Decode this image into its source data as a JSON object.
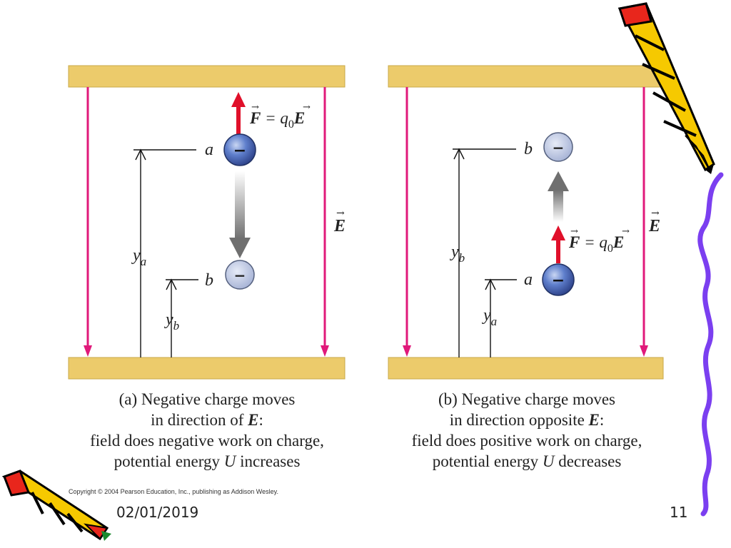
{
  "panel_a": {
    "label_a": "a",
    "label_b": "b",
    "label_ya_main": "y",
    "label_ya_sub": "a",
    "label_yb_main": "y",
    "label_yb_sub": "b",
    "force_F": "F",
    "force_eq": " = q",
    "force_sub": "0",
    "force_E": "E",
    "field_E": "E",
    "charge_sign": "−",
    "caption_line1": "(a) Negative charge moves",
    "caption_line2": "in direction of ",
    "caption_line2_E": "E",
    "caption_line2_end": ":",
    "caption_line3": "field does negative work on charge,",
    "caption_line4_pre": "potential energy ",
    "caption_line4_U": "U",
    "caption_line4_post": " increases"
  },
  "panel_b": {
    "label_a": "a",
    "label_b": "b",
    "label_ya_main": "y",
    "label_ya_sub": "a",
    "label_yb_main": "y",
    "label_yb_sub": "b",
    "force_F": "F",
    "force_eq": " = q",
    "force_sub": "0",
    "force_E": "E",
    "field_E": "E",
    "charge_sign": "−",
    "caption_line1": "(b) Negative charge moves",
    "caption_line2": "in direction opposite ",
    "caption_line2_E": "E",
    "caption_line2_end": ":",
    "caption_line3": "field does positive work on charge,",
    "caption_line4_pre": "potential energy ",
    "caption_line4_U": "U",
    "caption_line4_post": " decreases"
  },
  "copyright": "Copyright © 2004 Pearson Education, Inc., publishing as Addison Wesley.",
  "footer": {
    "date": "02/01/2019",
    "page_number": "11"
  },
  "colors": {
    "plate": "#eccb6b",
    "plate_edge": "#c9a94a",
    "field_line": "#e0197a",
    "force_arrow": "#e0102a",
    "charge_fill": "#3f5fb0",
    "charge_faded": "#aab6d8",
    "motion_arrow": "#8a8a8a",
    "squiggle": "#7b3ff0",
    "pencil_yellow": "#f6c900",
    "pencil_red": "#e8261c"
  }
}
